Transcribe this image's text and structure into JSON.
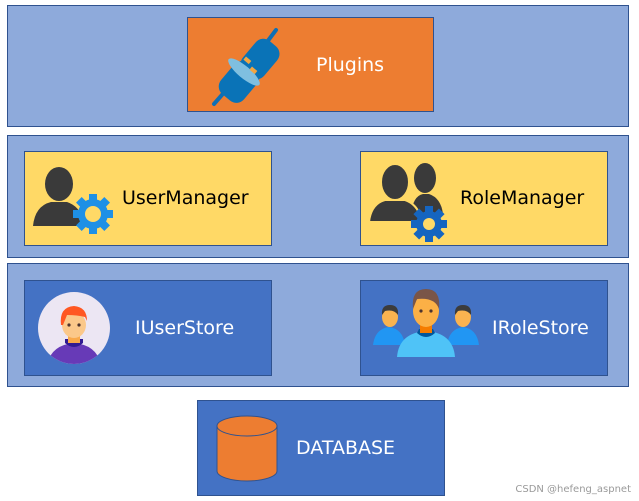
{
  "diagram": {
    "layers": [
      {
        "name": "plugins-layer",
        "boxes": [
          {
            "label": "Plugins",
            "icon": "plug-icon"
          }
        ]
      },
      {
        "name": "manager-layer",
        "boxes": [
          {
            "label": "UserManager",
            "icon": "user-gear-icon"
          },
          {
            "label": "RoleManager",
            "icon": "users-gear-icon"
          }
        ]
      },
      {
        "name": "store-layer",
        "boxes": [
          {
            "label": "IUserStore",
            "icon": "user-avatar-icon"
          },
          {
            "label": "IRoleStore",
            "icon": "group-icon"
          }
        ]
      }
    ],
    "database": {
      "label": "DATABASE",
      "icon": "database-cylinder-icon"
    },
    "colors": {
      "layer_bg": "#8eaadb",
      "border": "#2f528f",
      "plugins_box": "#ed7d31",
      "manager_box": "#ffd966",
      "store_box": "#4472c4"
    }
  },
  "watermark": "CSDN @hefeng_aspnet"
}
